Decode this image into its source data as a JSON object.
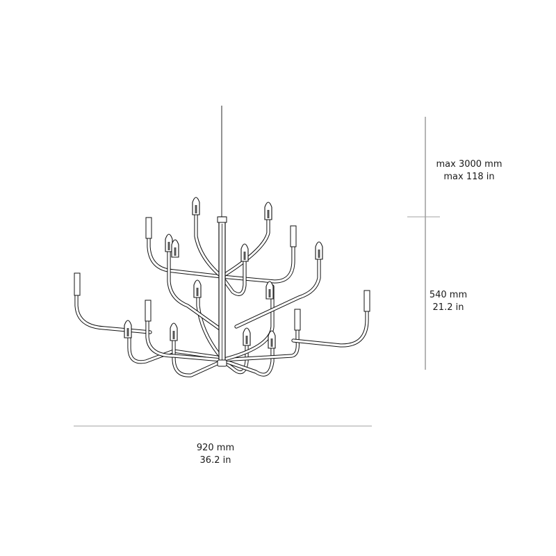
{
  "drawing": {
    "subject": "chandelier technical dimension drawing",
    "line_color": "#111111",
    "dimension_line_color": "#6b6b6b"
  },
  "dimensions": {
    "cable_length": {
      "metric": "max 3000 mm",
      "imperial": "max 118 in"
    },
    "height": {
      "metric": "540 mm",
      "imperial": "21.2 in"
    },
    "width": {
      "metric": "920 mm",
      "imperial": "36.2 in"
    }
  }
}
